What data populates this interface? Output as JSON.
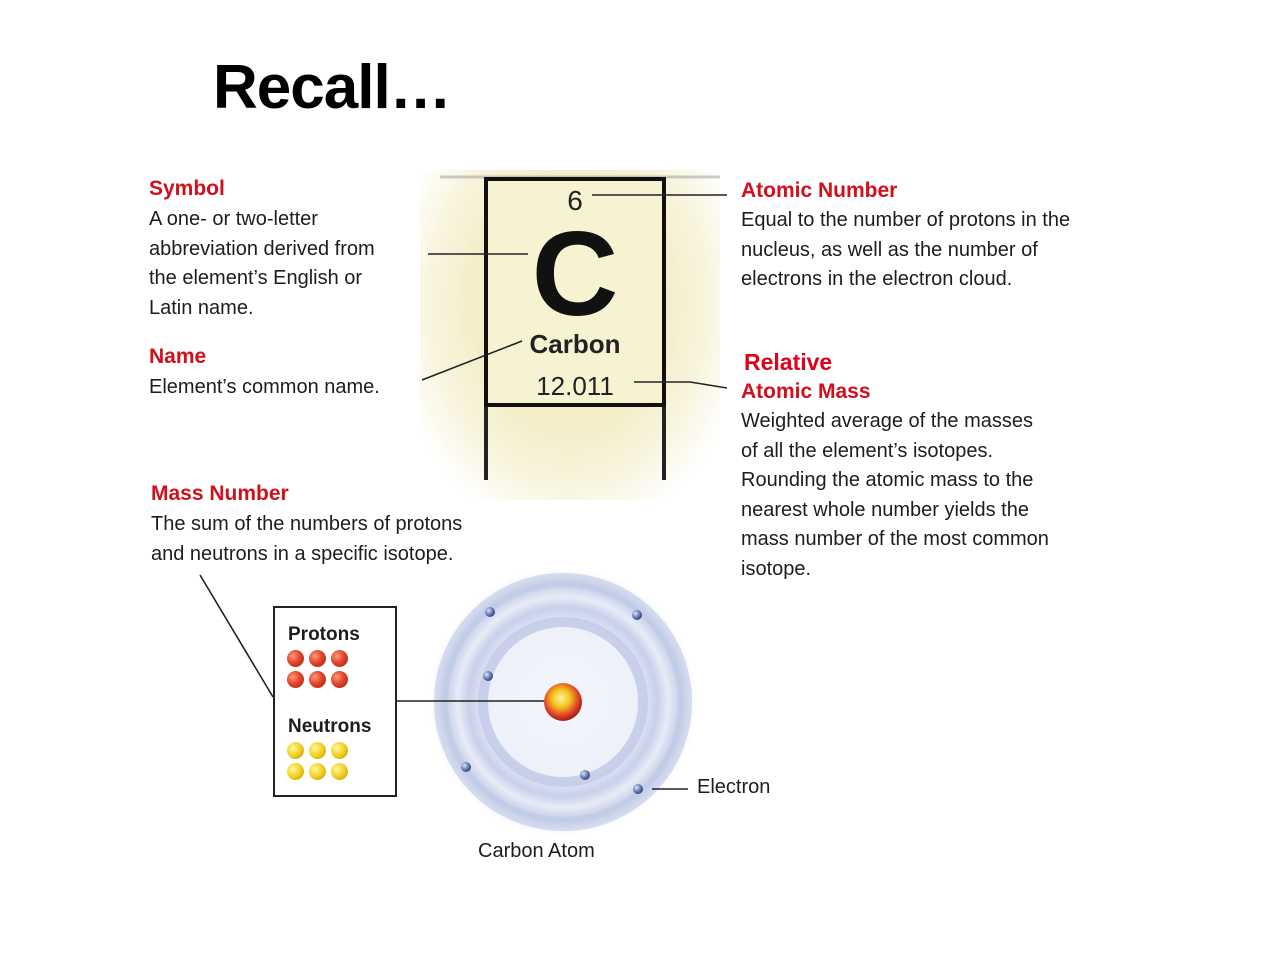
{
  "slide": {
    "title": "Recall…"
  },
  "element_tile": {
    "atomic_number": "6",
    "symbol": "C",
    "name": "Carbon",
    "atomic_mass": "12.011"
  },
  "symbol_callout": {
    "heading": "Symbol",
    "lines": [
      "A one- or two-letter",
      "abbreviation derived from",
      "the element’s English or",
      "Latin name."
    ]
  },
  "name_callout": {
    "heading": "Name",
    "lines": [
      "Element’s common name."
    ]
  },
  "atomic_number_callout": {
    "heading": "Atomic Number",
    "lines": [
      "Equal to the number of protons in the",
      "nucleus, as well as the number of",
      "electrons in the electron cloud."
    ]
  },
  "atomic_mass_callout": {
    "prefix": "Relative",
    "heading": "Atomic Mass",
    "lines": [
      "Weighted average of the masses",
      "of all the element’s isotopes.",
      "Rounding the atomic mass to the",
      "nearest whole number yields the",
      "mass number of the most common",
      "isotope."
    ]
  },
  "mass_number_callout": {
    "heading": "Mass Number",
    "lines": [
      "The sum of the numbers of protons",
      "and neutrons in a specific isotope."
    ]
  },
  "nucleus_box": {
    "protons_label": "Protons",
    "neutrons_label": "Neutrons",
    "proton_count": 6,
    "neutron_count": 6
  },
  "atom": {
    "caption": "Carbon Atom",
    "electron_label": "Electron",
    "electron_count": 6
  },
  "colors": {
    "heading": "#d0101c",
    "tile_fill": "#f7f3d2",
    "proton": "#e0452a",
    "neutron": "#f0d020",
    "orbital": "#b8c4e4"
  }
}
